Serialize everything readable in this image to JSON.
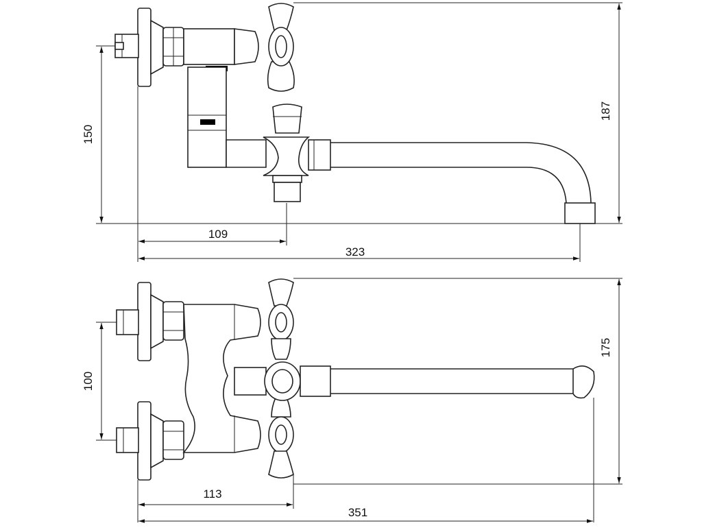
{
  "drawing": {
    "side_view": {
      "dimensions": {
        "wall_to_outlet": "109",
        "wall_to_spout": "323",
        "inlet_to_floor": "150",
        "overall_height": "187"
      }
    },
    "top_view": {
      "dimensions": {
        "inlet_spacing": "100",
        "wall_to_handle": "113",
        "overall_length": "351",
        "overall_width": "175"
      }
    }
  }
}
